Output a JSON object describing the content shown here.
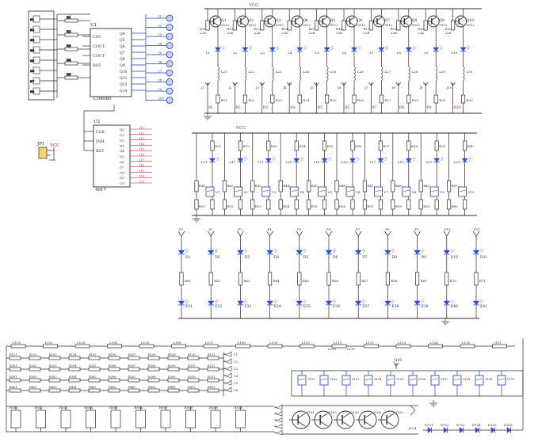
{
  "colors": {
    "wire": "#2b2b2b",
    "blue_wire": "#1f3fb8",
    "led": "#2a4fe0",
    "red_label": "#c8202a",
    "dark_label": "#333333",
    "ground": "#444444",
    "background": "#ffffff"
  },
  "chip_cd4060": {
    "name": "CD4060",
    "label_id": "U1",
    "pins_left": [
      "CIN",
      "COUT",
      "COUT",
      "RST"
    ],
    "pins_right": [
      "Q4",
      "Q5",
      "Q6",
      "Q7",
      "Q8",
      "Q9",
      "Q10",
      "Q12",
      "Q13",
      "Q14"
    ]
  },
  "chip_4017": {
    "name": "4017",
    "label_id": "U2",
    "pins_left": [
      "CLK",
      "INH",
      "RST"
    ],
    "pins_right": [
      "Q0",
      "Q1",
      "Q2",
      "Q3",
      "Q4",
      "Q5",
      "Q6",
      "Q7",
      "Q8",
      "Q9",
      "CO"
    ]
  },
  "power": {
    "vcc_label": "VCC",
    "jp_label": "JP1"
  },
  "transistor_row": {
    "transistors": [
      "Q1",
      "Q2",
      "Q3",
      "Q4",
      "Q5",
      "Q6",
      "Q7",
      "Q8",
      "Q9",
      "Q10"
    ],
    "part": "9012",
    "resistors": [
      "R11",
      "R12",
      "R13",
      "R14",
      "R15",
      "R16",
      "R17",
      "R18",
      "R19",
      "R20"
    ],
    "resistor_value": "22K",
    "leds": [
      "L1",
      "L2",
      "L3",
      "L4",
      "L5",
      "L6",
      "L7",
      "L8",
      "L9",
      "L10"
    ],
    "inductors": [
      "J1",
      "J2",
      "J3",
      "J4",
      "J5",
      "J6",
      "J7",
      "J8",
      "J9",
      "J10"
    ],
    "bottom_labels": [
      "R1",
      "R2",
      "R3",
      "R4",
      "R5",
      "R6",
      "R7",
      "R8",
      "R9",
      "R10"
    ]
  },
  "led_row_two": {
    "leds": [
      "L11",
      "L12",
      "L13",
      "L14",
      "L15",
      "L16",
      "L17",
      "L18",
      "L19",
      "L20"
    ],
    "resistors_top": [
      "R31",
      "R32",
      "R33",
      "R34",
      "R35",
      "R36",
      "R37",
      "R38",
      "R39",
      "R40"
    ],
    "resistors_bottom": [
      "R41",
      "R42",
      "R43",
      "R44",
      "R45",
      "R46",
      "R47",
      "R48",
      "R49",
      "R50"
    ],
    "switches": [
      "V1",
      "V2",
      "V3",
      "V4",
      "V5",
      "V6",
      "V7",
      "V8",
      "V9",
      "V10"
    ]
  },
  "led_row_three": {
    "top_leds": [
      "D1",
      "D2",
      "D3",
      "D4",
      "D5",
      "D6",
      "D7",
      "D8",
      "D9",
      "D10",
      "D11"
    ],
    "resistors": [
      "R61",
      "R62",
      "R63",
      "R64",
      "R65",
      "R66",
      "R67",
      "R68",
      "R69",
      "R70",
      "R71"
    ],
    "bottom_leds": [
      "E31",
      "E32",
      "E33",
      "E34",
      "E35",
      "E36",
      "E37",
      "E38",
      "E39",
      "E40",
      "E41"
    ]
  },
  "resistor_ladder": {
    "top_chain": [
      "L101",
      "L102",
      "L103",
      "L104",
      "L105",
      "L106",
      "L107",
      "L108",
      "L109",
      "L110",
      "L111",
      "L112",
      "L113",
      "L114",
      "L115",
      "J101"
    ],
    "row_a": [
      "R101",
      "R102",
      "R103",
      "R104",
      "R105",
      "R106",
      "R107",
      "R108",
      "R109",
      "R110",
      "R111"
    ],
    "row_b": [
      "R201",
      "R202",
      "R203",
      "R204",
      "R205",
      "R206",
      "R207",
      "R208",
      "R209",
      "R210",
      "R211"
    ],
    "row_c": [
      "R301",
      "R302",
      "R303",
      "R304",
      "R305",
      "R306",
      "R307",
      "R308",
      "R309",
      "R310",
      "R311"
    ],
    "row_d": [
      "R401",
      "R402",
      "R403",
      "R404",
      "R405",
      "R406",
      "R407",
      "R408",
      "R409",
      "R410",
      "R411"
    ],
    "row_e": [
      "R501",
      "R502",
      "R503",
      "R504",
      "R505",
      "R506",
      "R507",
      "R508",
      "R509",
      "R510"
    ]
  },
  "bottom_right": {
    "switch_label": "J103",
    "switches": [
      "V101",
      "V102",
      "V103",
      "V104",
      "V105",
      "V106",
      "V107",
      "V108",
      "V109",
      "V110"
    ],
    "transistors": [
      "Q101",
      "Q102",
      "Q103",
      "Q104",
      "Q105"
    ],
    "leds": [
      "E101",
      "E102",
      "E103",
      "E104",
      "E105",
      "E106"
    ],
    "connector": "J104"
  }
}
